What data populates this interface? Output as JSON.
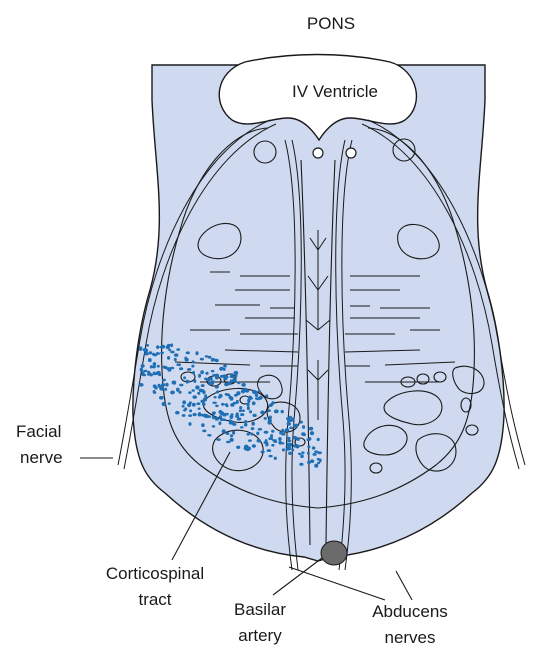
{
  "diagram": {
    "title": "PONS",
    "ventricle_label": "IV Ventricle",
    "labels": {
      "facial_line1": "Facial",
      "facial_line2": "nerve",
      "corticospinal_line1": "Corticospinal",
      "corticospinal_line2": "tract",
      "basilar_line1": "Basilar",
      "basilar_line2": "artery",
      "abducens_line1": "Abducens",
      "abducens_line2": "nerves"
    },
    "colors": {
      "tissue_fill": "#cfd9ef",
      "outline": "#1a1a1a",
      "dots": "#1f6fb5",
      "artery": "#6b6b6b"
    }
  }
}
